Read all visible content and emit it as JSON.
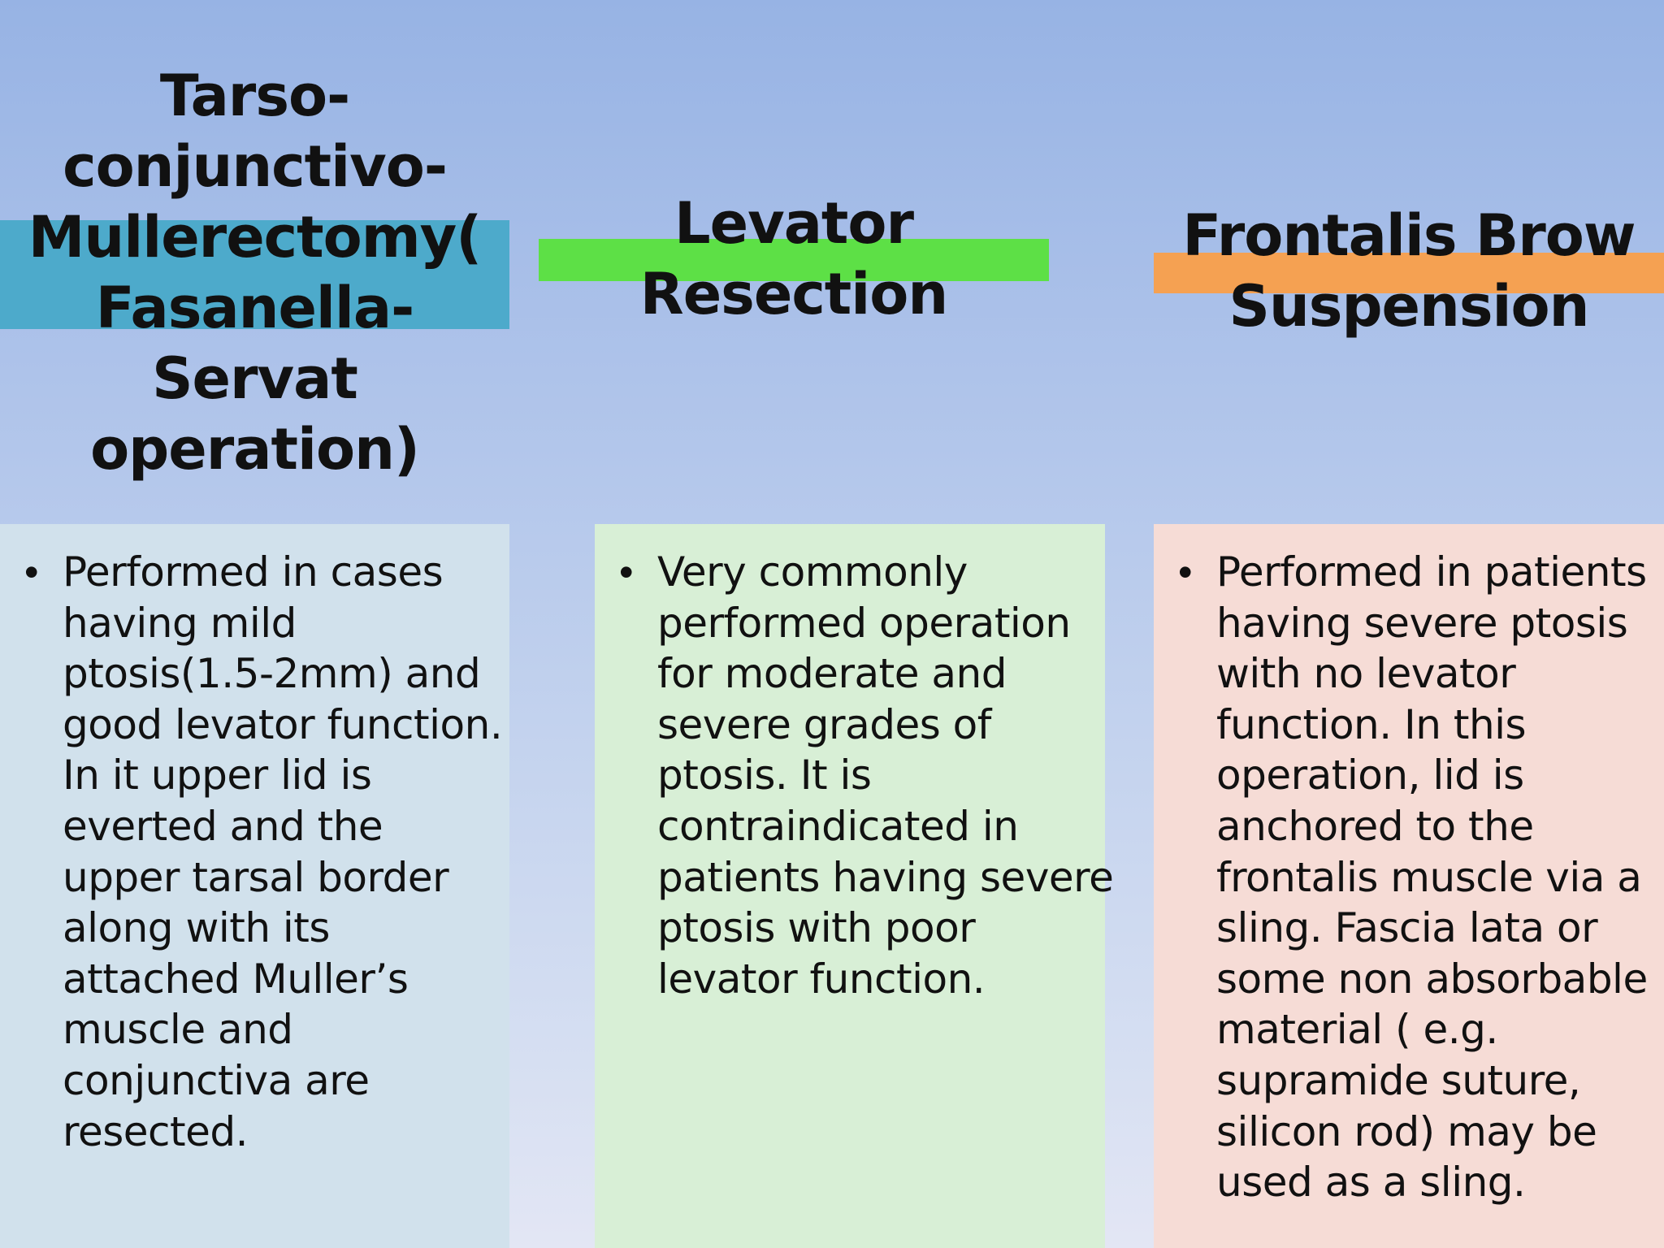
{
  "colors": {
    "col1_bar": "#4daacb",
    "col2_bar": "#5de046",
    "col3_bar": "#f5a152",
    "col1_panel": "#d1e1ec",
    "col2_panel": "#d8efd6",
    "col3_panel": "#f6dcd6"
  },
  "columns": [
    {
      "heading_lines": [
        "Tarso-",
        "conjunctivo-",
        "Mullerectomy(",
        "Fasanella-",
        "Servat",
        "operation)"
      ],
      "body_lines": [
        "Performed in cases",
        "having mild",
        "ptosis(1.5-2mm) and",
        "good levator function.",
        "In it upper lid is",
        "everted and the",
        "upper tarsal border",
        "along with its",
        "attached Muller’s",
        "muscle and",
        "conjunctiva are",
        "resected."
      ]
    },
    {
      "heading_lines": [
        "Levator",
        "Resection"
      ],
      "body_lines": [
        "Very commonly",
        "performed operation",
        "for moderate and",
        "severe grades of",
        "ptosis. It is",
        "contraindicated in",
        "patients having severe",
        "ptosis with poor",
        "levator function."
      ]
    },
    {
      "heading_lines": [
        "Frontalis Brow",
        "Suspension"
      ],
      "body_lines": [
        "Performed in patients",
        "having severe ptosis",
        "with no levator",
        "function. In this",
        "operation, lid is",
        "anchored to the",
        "frontalis muscle via a",
        "sling. Fascia lata or",
        "some non absorbable",
        "material ( e.g.",
        "supramide suture,",
        "silicon rod) may be",
        "used as a sling."
      ]
    }
  ]
}
